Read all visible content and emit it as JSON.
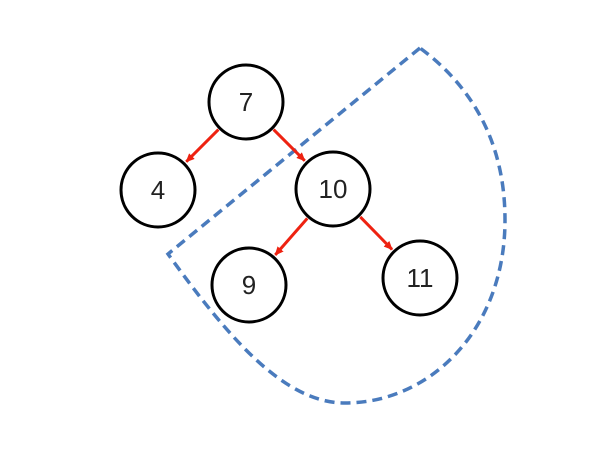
{
  "tree": {
    "nodes": [
      {
        "id": "n7",
        "label": "7"
      },
      {
        "id": "n4",
        "label": "4"
      },
      {
        "id": "n10",
        "label": "10"
      },
      {
        "id": "n9",
        "label": "9"
      },
      {
        "id": "n11",
        "label": "11"
      }
    ],
    "edges": [
      {
        "from": "n7",
        "to": "n4"
      },
      {
        "from": "n7",
        "to": "n10"
      },
      {
        "from": "n10",
        "to": "n9"
      },
      {
        "from": "n10",
        "to": "n11"
      }
    ]
  },
  "colors": {
    "node_stroke": "#000000",
    "node_fill": "#ffffff",
    "edge": "#ee2211",
    "region_outline": "#4a7bbd"
  }
}
